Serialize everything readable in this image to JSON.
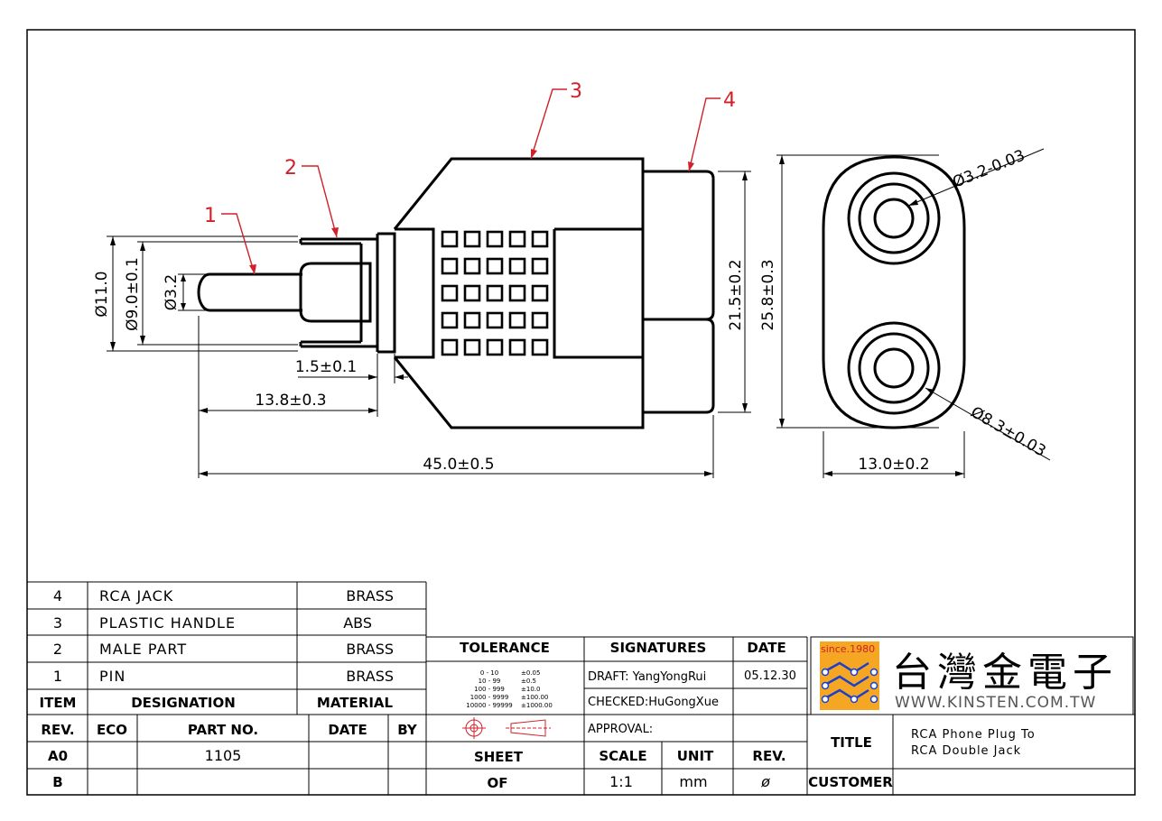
{
  "drawing": {
    "balloons": [
      "1",
      "2",
      "3",
      "4"
    ],
    "dimensions": {
      "dia_11": "Ø11.0",
      "dia_9": "Ø9.0±0.1",
      "dia_3_2": "Ø3.2",
      "len_1_5": "1.5±0.1",
      "len_13_8": "13.8±0.3",
      "len_45": "45.0±0.5",
      "h_21_5": "21.5±0.2",
      "h_25_8": "25.8±0.3",
      "dia_3_2_tol": "Ø3.2-0.03",
      "dia_8_3": "Ø8.3±0.03",
      "w_13": "13.0±0.2"
    }
  },
  "bom": {
    "rows": [
      {
        "item": "4",
        "designation": "RCA JACK",
        "material": "BRASS"
      },
      {
        "item": "3",
        "designation": "PLASTIC HANDLE",
        "material": "ABS"
      },
      {
        "item": "2",
        "designation": "MALE PART",
        "material": "BRASS"
      },
      {
        "item": "1",
        "designation": "PIN",
        "material": "BRASS"
      }
    ],
    "header": {
      "item": "ITEM",
      "designation": "DESIGNATION",
      "material": "MATERIAL"
    }
  },
  "revisions": {
    "header": {
      "rev": "REV.",
      "eco": "ECO",
      "part_no": "PART NO.",
      "date": "DATE",
      "by": "BY"
    },
    "rows": [
      {
        "rev": "A0",
        "eco": "",
        "part_no": "1105",
        "date": "",
        "by": ""
      },
      {
        "rev": "B",
        "eco": "",
        "part_no": "",
        "date": "",
        "by": ""
      }
    ]
  },
  "tolerance": {
    "label": "TOLERANCE",
    "ranges": [
      "0 - 10",
      "10 - 99",
      "100 - 999",
      "1000 - 9999",
      "10000 - 99999"
    ],
    "values": [
      "±0.05",
      "±0.5",
      "±10.0",
      "±100.00",
      "±1000.00"
    ]
  },
  "signatures": {
    "label": "SIGNATURES",
    "date_label": "DATE",
    "draft": "DRAFT: YangYongRui",
    "draft_date": "05.12.30",
    "checked": "CHECKED:HuGongXue",
    "approval": "APPROVAL:"
  },
  "sheet": {
    "sheet_label": "SHEET",
    "of_label": "OF",
    "scale_label": "SCALE",
    "unit_label": "UNIT",
    "rev_label": "REV.",
    "scale": "1:1",
    "unit": "mm",
    "rev": "ø"
  },
  "company": {
    "since": "since.1980",
    "name": "台灣金電子",
    "url": "WWW.KINSTEN.COM.TW"
  },
  "title_block": {
    "title_label": "TITLE",
    "title_line1": "RCA Phone Plug To",
    "title_line2": "RCA Double Jack",
    "customer_label": "CUSTOMER",
    "customer": ""
  },
  "colors": {
    "leader_red": "#d0202a",
    "logo_orange": "#f5a623",
    "logo_red": "#d0202a",
    "logo_blue": "#1a3fd0"
  }
}
